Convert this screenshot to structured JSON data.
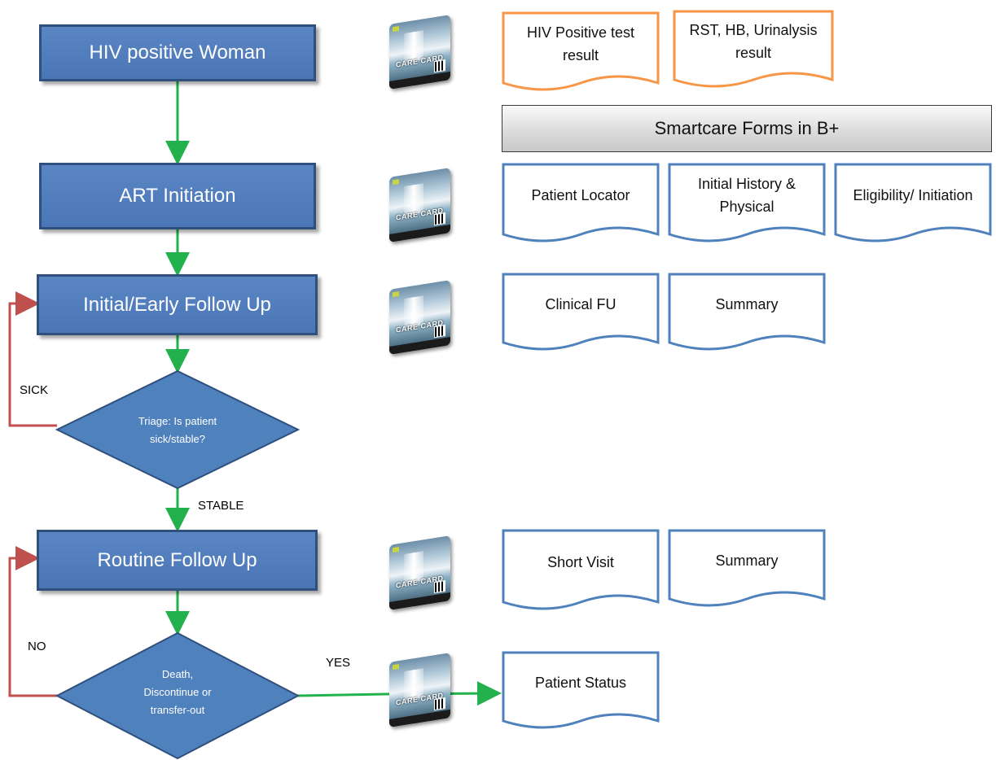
{
  "colors": {
    "process_fill": "#4f81bd",
    "process_border": "#2f4f7c",
    "flow_arrow": "#22b14c",
    "loop_arrow": "#c0504d",
    "orange_doc": "#f79646",
    "blue_doc": "#4f81bd"
  },
  "process": {
    "hiv_positive_woman": "HIV positive Woman",
    "art_initiation": "ART Initiation",
    "initial_follow_up": "Initial/Early Follow Up",
    "routine_follow_up": "Routine Follow Up"
  },
  "decision": {
    "triage": [
      "Triage: Is patient",
      "sick/stable?"
    ],
    "death": [
      "Death,",
      "Discontinue or",
      "transfer-out"
    ]
  },
  "edge_labels": {
    "sick": "SICK",
    "stable": "STABLE",
    "no": "NO",
    "yes": "YES"
  },
  "care_card": {
    "text": "CARE CARD",
    "icon": "care-card-image"
  },
  "results": {
    "hiv_test": [
      "HIV Positive test",
      "result"
    ],
    "rst_hb": [
      "RST, HB, Urinalysis",
      "result"
    ]
  },
  "banner": "Smartcare Forms in B+",
  "forms": {
    "patient_locator": [
      "Patient Locator"
    ],
    "initial_history": [
      "Initial History &",
      "Physical"
    ],
    "eligibility": [
      "Eligibility/ Initiation"
    ],
    "clinical_fu": [
      "Clinical FU"
    ],
    "summary_1": [
      "Summary"
    ],
    "short_visit": [
      "Short Visit"
    ],
    "summary_2": [
      "Summary"
    ],
    "patient_status": [
      "Patient Status"
    ]
  }
}
